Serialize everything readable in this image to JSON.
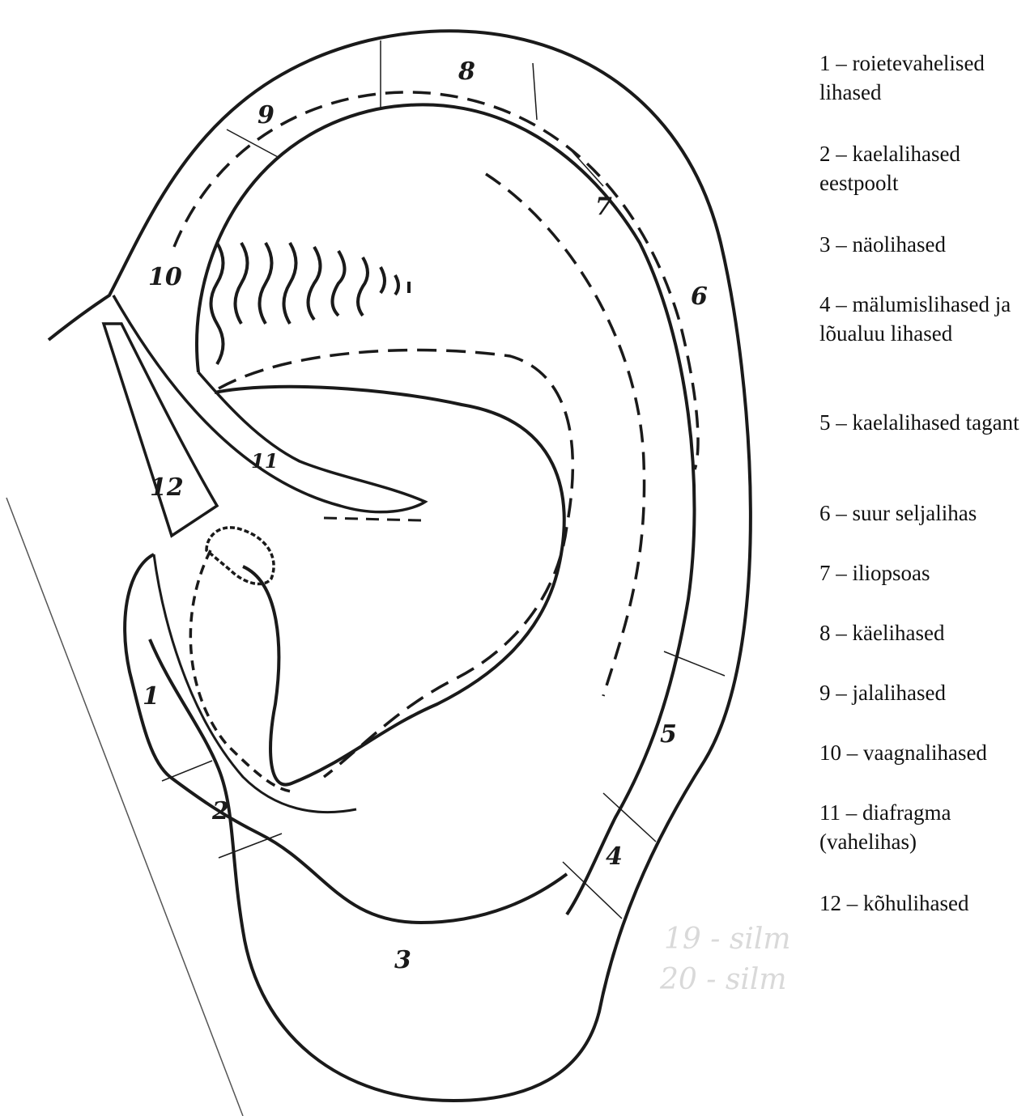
{
  "regions": [
    "1",
    "2",
    "3",
    "4",
    "5",
    "6",
    "7",
    "8",
    "9",
    "10",
    "11",
    "12"
  ],
  "legend": [
    {
      "text": "1 – roietevahelised lihased"
    },
    {
      "text": "2 – kaelalihased eestpoolt"
    },
    {
      "text": "3 – näolihased"
    },
    {
      "text": "4 – mälumislihased ja lõualuu lihased"
    },
    {
      "text": "5 – kaelalihased tagant"
    },
    {
      "text": "6 – suur seljalihas"
    },
    {
      "text": "7 – iliopsoas"
    },
    {
      "text": "8 – käelihased"
    },
    {
      "text": "9 – jalalihased"
    },
    {
      "text": "10 – vaagnalihased"
    },
    {
      "text": "11 – diafragma (vahelihas)"
    },
    {
      "text": "12 – kõhulihased"
    }
  ],
  "colors": {
    "line": "#1a1a1a",
    "paper": "#ffffff",
    "faint": "#d9d9d9"
  }
}
